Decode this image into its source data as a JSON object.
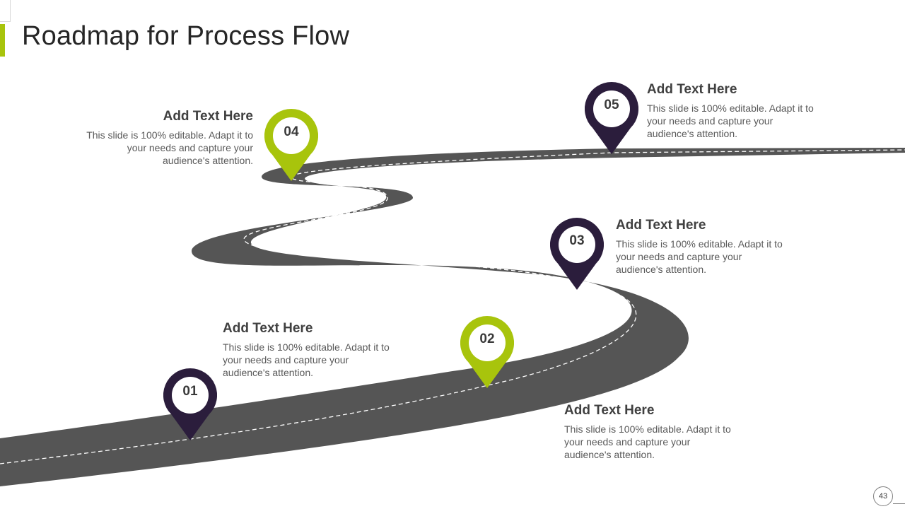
{
  "title": "Roadmap for Process Flow",
  "page_number": "43",
  "colors": {
    "accent": "#a8c40c",
    "dark": "#2b1d3c",
    "road": "#555555",
    "lane": "#ffffff"
  },
  "milestones": [
    {
      "number": "01",
      "color": "dark",
      "heading": "Add Text Here",
      "body": "This slide is 100% editable. Adapt it to your needs and capture your audience's attention."
    },
    {
      "number": "02",
      "color": "accent",
      "heading": "Add Text Here",
      "body": "This slide is 100% editable. Adapt it to your needs and capture your audience's attention."
    },
    {
      "number": "03",
      "color": "dark",
      "heading": "Add Text Here",
      "body": "This slide is 100% editable. Adapt it to your needs and capture your audience's attention."
    },
    {
      "number": "04",
      "color": "accent",
      "heading": "Add Text Here",
      "body": "This slide is 100% editable. Adapt it to your needs and capture your audience's attention."
    },
    {
      "number": "05",
      "color": "dark",
      "heading": "Add Text Here",
      "body": "This slide is 100% editable. Adapt it to your needs and capture your audience's attention."
    }
  ]
}
